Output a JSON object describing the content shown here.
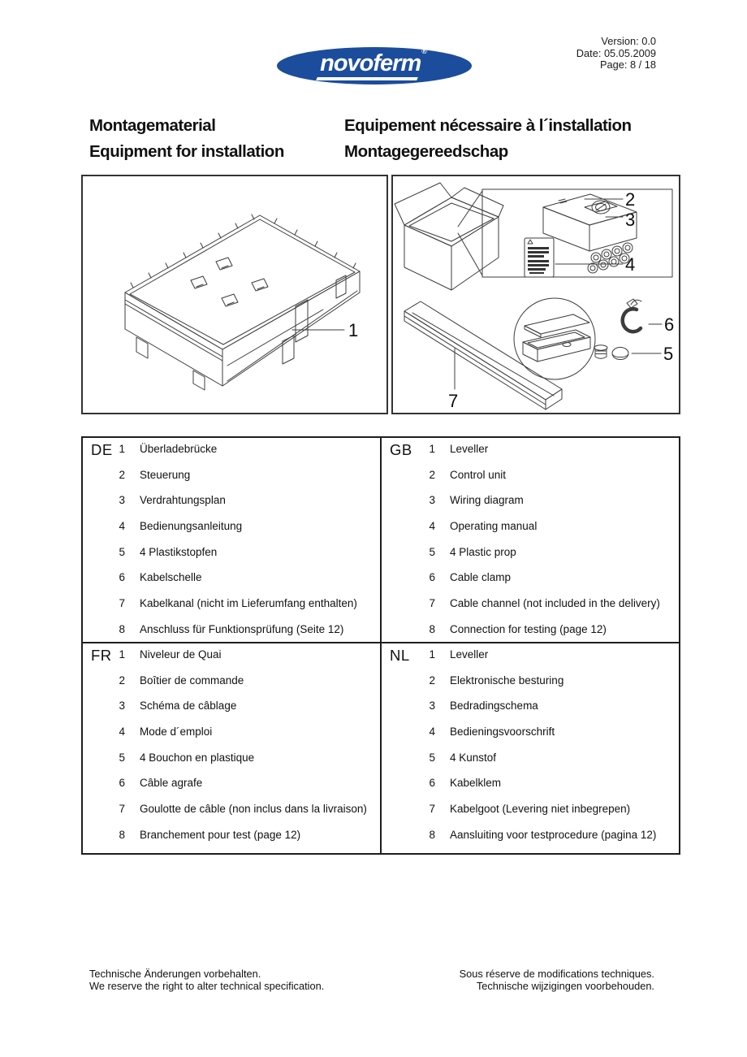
{
  "header": {
    "version": "Version: 0.0",
    "date": "Date: 05.05.2009",
    "page": "Page: 8 / 18"
  },
  "logo": {
    "brand": "novoferm",
    "registered": "®",
    "bg_color": "#1c4d9c"
  },
  "titles": {
    "left_line1": "Montagematerial",
    "left_line2": "Equipment for installation",
    "right_line1": "Equipement nécessaire à l´installation",
    "right_line2": "Montagegereedschap"
  },
  "figures": {
    "f1": "1",
    "f2": "2",
    "f3": "3",
    "f4": "4",
    "f5": "5",
    "f6": "6",
    "f7": "7"
  },
  "table": {
    "sections": [
      {
        "lang": "DE",
        "items": [
          {
            "n": "1",
            "text": "Überladebrücke"
          },
          {
            "n": "2",
            "text": "Steuerung"
          },
          {
            "n": "3",
            "text": "Verdrahtungsplan"
          },
          {
            "n": "4",
            "text": "Bedienungsanleitung"
          },
          {
            "n": "5",
            "text": "4 Plastikstopfen"
          },
          {
            "n": "6",
            "text": "Kabelschelle"
          },
          {
            "n": "7",
            "text": "Kabelkanal (nicht im Lieferumfang enthalten)"
          },
          {
            "n": "8",
            "text": "Anschluss für Funktionsprüfung (Seite 12)"
          }
        ]
      },
      {
        "lang": "GB",
        "items": [
          {
            "n": "1",
            "text": "Leveller"
          },
          {
            "n": "2",
            "text": "Control unit"
          },
          {
            "n": "3",
            "text": "Wiring diagram"
          },
          {
            "n": "4",
            "text": "Operating manual"
          },
          {
            "n": "5",
            "text": "4 Plastic prop"
          },
          {
            "n": "6",
            "text": "Cable clamp"
          },
          {
            "n": "7",
            "text": "Cable channel (not included in the delivery)"
          },
          {
            "n": "8",
            "text": "Connection for testing (page 12)"
          }
        ]
      },
      {
        "lang": "FR",
        "items": [
          {
            "n": "1",
            "text": "Niveleur de Quai"
          },
          {
            "n": "2",
            "text": "Boîtier de commande"
          },
          {
            "n": "3",
            "text": "Schéma de câblage"
          },
          {
            "n": "4",
            "text": "Mode d´emploi"
          },
          {
            "n": "5",
            "text": "4 Bouchon en plastique"
          },
          {
            "n": "6",
            "text": "Câble agrafe"
          },
          {
            "n": "7",
            "text": "Goulotte de câble (non inclus dans la livraison)"
          },
          {
            "n": "8",
            "text": "Branchement pour test (page 12)"
          }
        ]
      },
      {
        "lang": "NL",
        "items": [
          {
            "n": "1",
            "text": "Leveller"
          },
          {
            "n": "2",
            "text": "Elektronische besturing"
          },
          {
            "n": "3",
            "text": "Bedradingschema"
          },
          {
            "n": "4",
            "text": "Bedieningsvoorschrift"
          },
          {
            "n": "5",
            "text": "4 Kunstof"
          },
          {
            "n": "6",
            "text": "Kabelklem"
          },
          {
            "n": "7",
            "text": "Kabelgoot (Levering niet inbegrepen)"
          },
          {
            "n": "8",
            "text": "Aansluiting voor testprocedure (pagina 12)"
          }
        ]
      }
    ]
  },
  "footer": {
    "left_line1": "Technische Änderungen vorbehalten.",
    "left_line2": "We reserve the right to alter technical specification.",
    "right_line1": "Sous réserve de modifications techniques.",
    "right_line2": "Technische wijzigingen voorbehouden."
  }
}
